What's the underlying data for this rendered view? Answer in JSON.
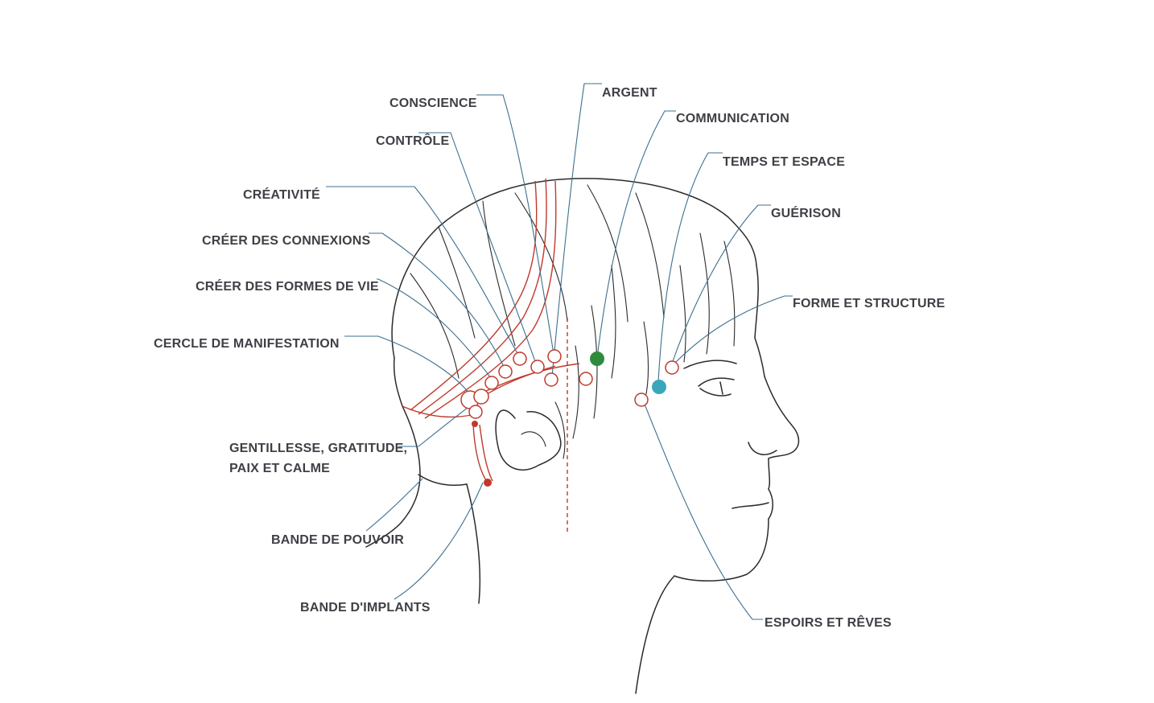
{
  "colors": {
    "leader": "#3d6f8e",
    "band": "#c0392b",
    "communication_point": "#2e8b3e",
    "healing_point": "#3aa6b9",
    "label": "#3f3f46"
  },
  "labels": {
    "conscience": "CONSCIENCE",
    "argent": "ARGENT",
    "controle": "CONTRÔLE",
    "communication": "COMMUNICATION",
    "temps_espace": "TEMPS ET ESPACE",
    "creativite": "CRÉATIVITÉ",
    "guerison": "GUÉRISON",
    "creer_connexions": "CRÉER DES CONNEXIONS",
    "creer_formes_vie": "CRÉER DES FORMES DE VIE",
    "forme_structure": "FORME ET STRUCTURE",
    "cercle_manifestation": "CERCLE DE MANIFESTATION",
    "gentillesse_1": "GENTILLESSE, GRATITUDE,",
    "gentillesse_2": "PAIX ET CALME",
    "bande_pouvoir": "BANDE DE POUVOIR",
    "bande_implants": "BANDE D'IMPLANTS",
    "espoirs_reves": "ESPOIRS ET RÊVES"
  }
}
